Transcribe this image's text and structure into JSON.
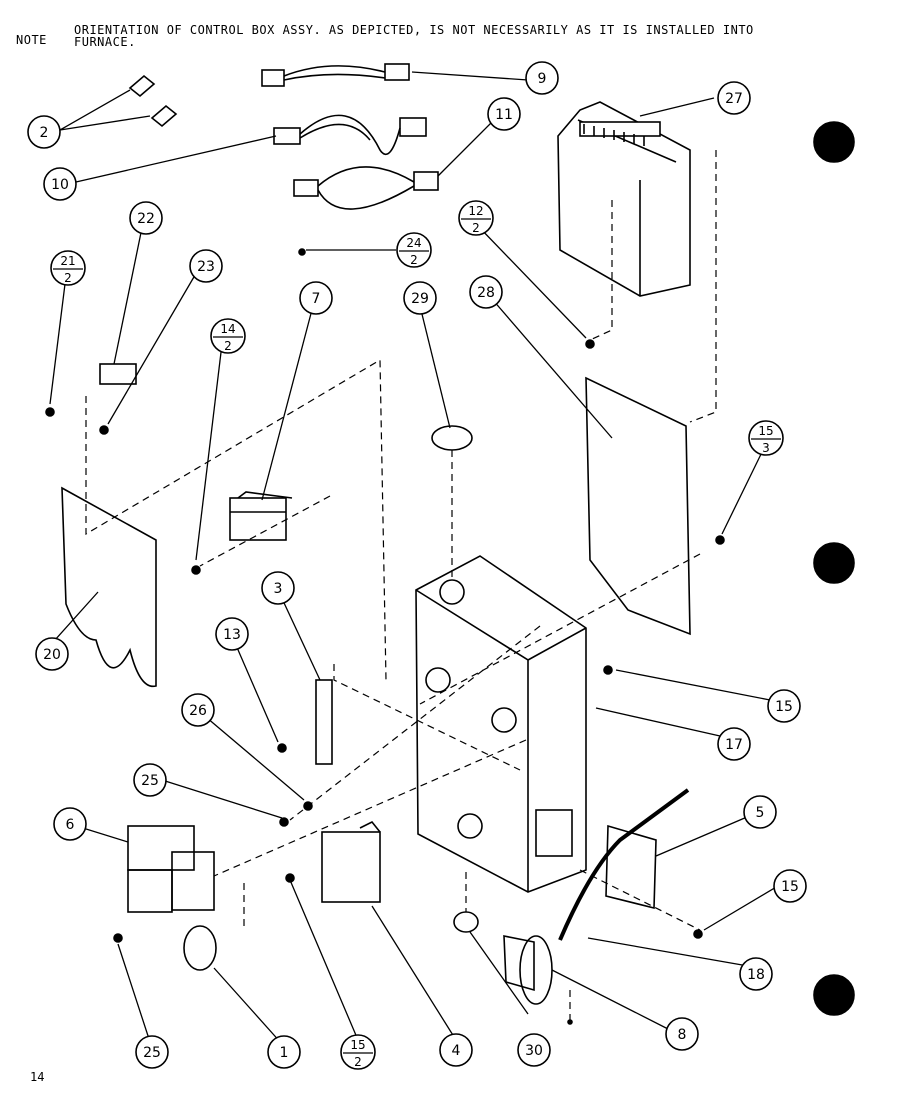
{
  "note": {
    "label": "NOTE",
    "line1": "ORIENTATION OF CONTROL BOX ASSY. AS DEPICTED, IS NOT NECESSARILY AS IT IS INSTALLED INTO",
    "line2": "FURNACE."
  },
  "page_number": "14",
  "callouts": [
    {
      "id": "c1",
      "text": "1"
    },
    {
      "id": "c2",
      "text": "2"
    },
    {
      "id": "c3",
      "text": "3"
    },
    {
      "id": "c4",
      "text": "4"
    },
    {
      "id": "c5",
      "text": "5"
    },
    {
      "id": "c6",
      "text": "6"
    },
    {
      "id": "c7",
      "text": "7"
    },
    {
      "id": "c8",
      "text": "8"
    },
    {
      "id": "c9",
      "text": "9"
    },
    {
      "id": "c10",
      "text": "10"
    },
    {
      "id": "c11",
      "text": "11"
    },
    {
      "id": "c13",
      "text": "13"
    },
    {
      "id": "c15a",
      "text": "15"
    },
    {
      "id": "c15b",
      "text": "15"
    },
    {
      "id": "c17",
      "text": "17"
    },
    {
      "id": "c18",
      "text": "18"
    },
    {
      "id": "c20",
      "text": "20"
    },
    {
      "id": "c22",
      "text": "22"
    },
    {
      "id": "c23",
      "text": "23"
    },
    {
      "id": "c25a",
      "text": "25"
    },
    {
      "id": "c25b",
      "text": "25"
    },
    {
      "id": "c26",
      "text": "26"
    },
    {
      "id": "c27",
      "text": "27"
    },
    {
      "id": "c28",
      "text": "28"
    },
    {
      "id": "c29",
      "text": "29"
    },
    {
      "id": "c30",
      "text": "30"
    }
  ],
  "fraction_callouts": [
    {
      "id": "f21",
      "num": "21",
      "den": "2"
    },
    {
      "id": "f14",
      "num": "14",
      "den": "2"
    },
    {
      "id": "f24",
      "num": "24",
      "den": "2"
    },
    {
      "id": "f12",
      "num": "12",
      "den": "2"
    },
    {
      "id": "f15t",
      "num": "15",
      "den": "3"
    },
    {
      "id": "f15b",
      "num": "15",
      "den": "2"
    }
  ]
}
